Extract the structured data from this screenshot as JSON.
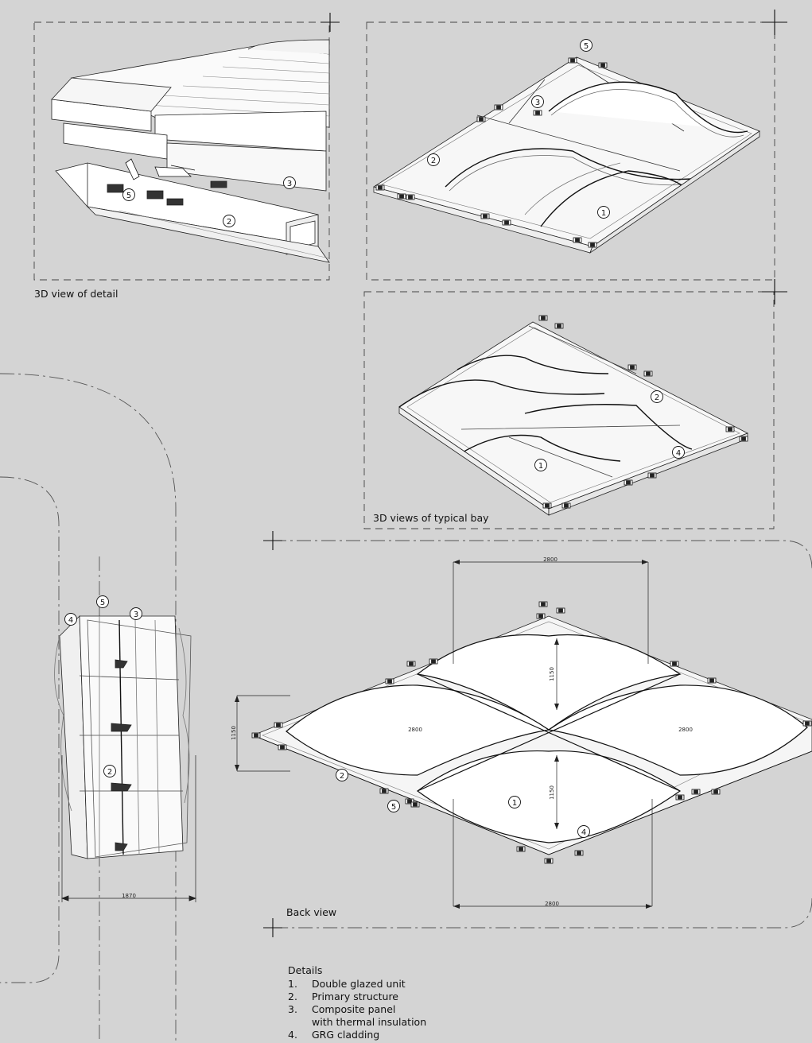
{
  "views": {
    "detail_caption": "3D view of detail",
    "bay_caption": "3D views of typical bay",
    "back_caption": "Back view"
  },
  "callouts": [
    "1",
    "2",
    "3",
    "4",
    "5"
  ],
  "dimensions": {
    "top_width": "2800",
    "panel_left_width": "2800",
    "panel_right_width": "2800",
    "bottom_width": "2800",
    "upper_height": "1150",
    "lower_height": "1150",
    "side_height": "1150",
    "section_depth": "1870"
  },
  "legend": {
    "title": "Details",
    "items": [
      {
        "num": "1.",
        "text": "Double glazed unit"
      },
      {
        "num": "2.",
        "text": "Primary structure"
      },
      {
        "num": "3.",
        "text": "Composite panel",
        "cont": "with thermal insulation"
      },
      {
        "num": "4.",
        "text": "GRG cladding"
      }
    ]
  }
}
